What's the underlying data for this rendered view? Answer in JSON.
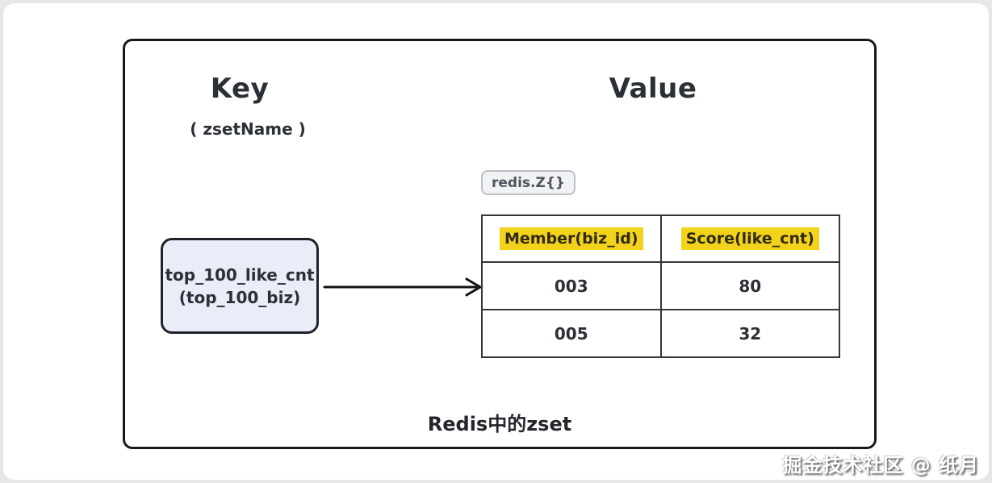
{
  "diagram": {
    "key_heading": "Key",
    "key_subtitle": "( zsetName )",
    "value_heading": "Value",
    "type_badge": "redis.Z{}",
    "key_box": {
      "line1": "top_100_like_cnt",
      "line2": "(top_100_biz)"
    },
    "table": {
      "headers": [
        "Member(biz_id)",
        "Score(like_cnt)"
      ],
      "rows": [
        [
          "003",
          "80"
        ],
        [
          "005",
          "32"
        ]
      ]
    },
    "caption": "Redis中的zset",
    "watermark": "掘金技术社区 @ 纸月",
    "colors": {
      "header_highlight": "#f2d21b",
      "key_box_fill": "#e9edf7",
      "frame_border": "#17191d",
      "badge_fill": "#f1f2f3",
      "badge_border": "#bcc0c6"
    }
  }
}
